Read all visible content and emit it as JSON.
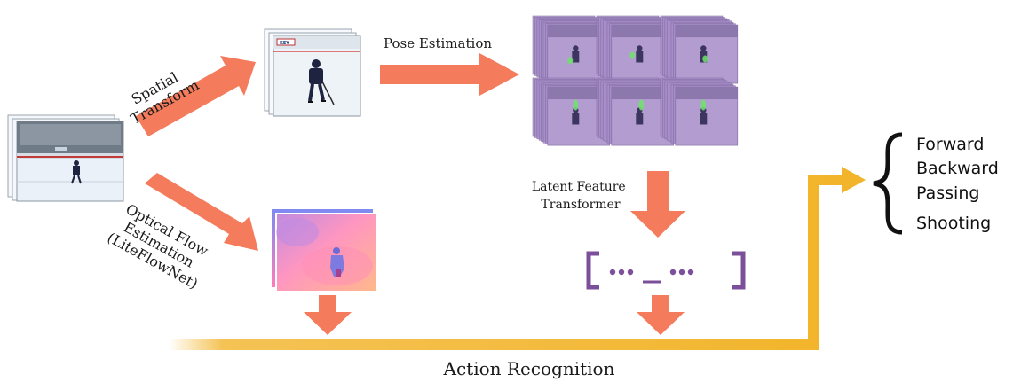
{
  "labels": {
    "spatial_transform": [
      "Spatial",
      "Transform"
    ],
    "pose_estimation": "Pose Estimation",
    "optical_flow": [
      "Optical Flow",
      "Estimation",
      "(LiteFlowNet)"
    ],
    "latent_feature": [
      "Latent Feature",
      "Transformer"
    ],
    "token_sequence": "[ ••• _ ••• ]",
    "action_recognition": "Action Recognition"
  },
  "actions": [
    "Forward",
    "Backward",
    "Passing",
    "Shooting"
  ],
  "icons": {
    "input": "hockey-video-frames-icon",
    "cropped": "cropped-player-frames-icon",
    "pose": "pose-heatmap-grid-icon",
    "flow": "optical-flow-map-icon",
    "brace": "curly-brace-icon"
  },
  "colors": {
    "arrow": "#f47c5d",
    "path": "#f2b42a",
    "pose": "#9c7fbf",
    "token": "#7b4f9a",
    "flow_start": "#c48ad9",
    "flow_end": "#ff8fb6",
    "ice": "#e9f0f8",
    "board": "#6f7b87"
  }
}
